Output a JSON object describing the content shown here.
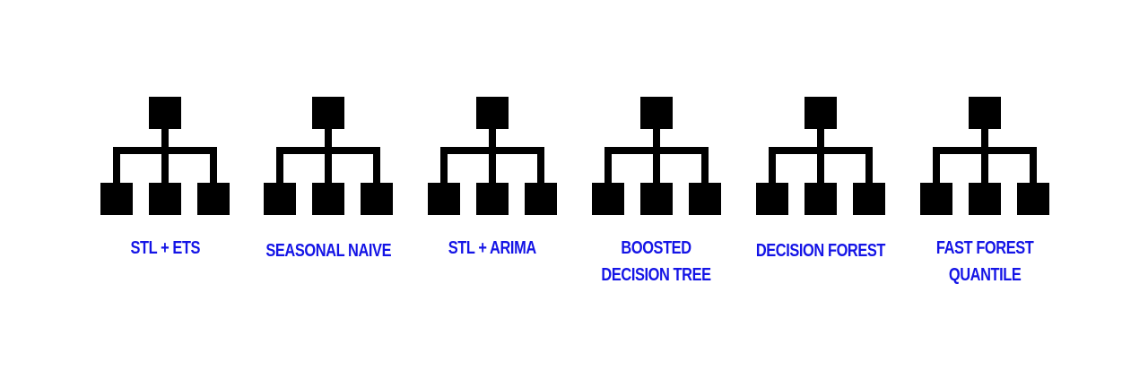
{
  "diagram": {
    "icon": "hierarchy-tree-icon",
    "icon_color": "#000000",
    "label_color": "#1414e6",
    "background_color": "#ffffff",
    "models": [
      {
        "line1": "STL + ETS",
        "line2": ""
      },
      {
        "line1": "SEASONAL NAIVE",
        "line2": ""
      },
      {
        "line1": "STL + ARIMA",
        "line2": ""
      },
      {
        "line1": "BOOSTED",
        "line2": "DECISION TREE"
      },
      {
        "line1": "DECISION FOREST",
        "line2": ""
      },
      {
        "line1": "FAST FOREST",
        "line2": "QUANTILE"
      }
    ]
  }
}
